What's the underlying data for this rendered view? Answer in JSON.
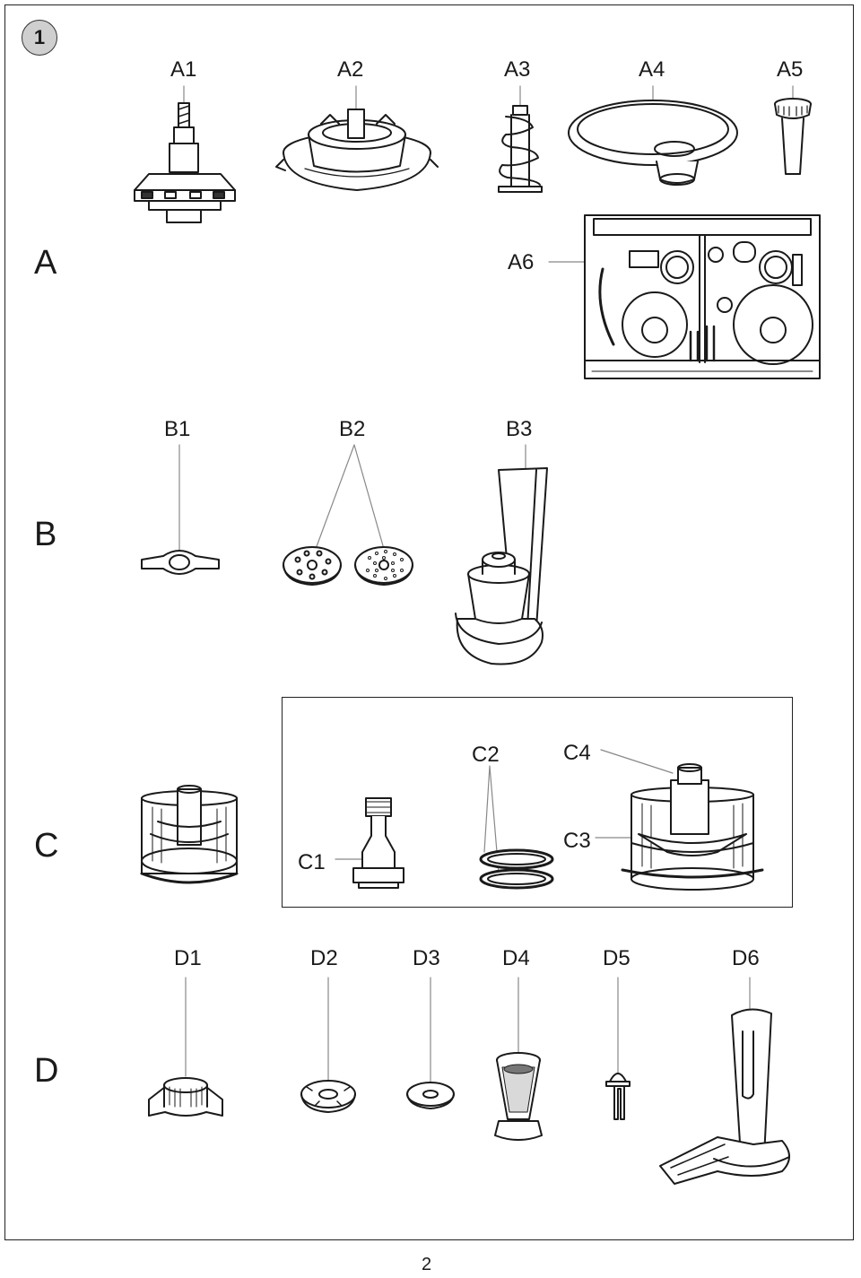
{
  "figure_number": "1",
  "page_number": "2",
  "rows": {
    "A": "A",
    "B": "B",
    "C": "C",
    "D": "D"
  },
  "labels": {
    "A1": "A1",
    "A2": "A2",
    "A3": "A3",
    "A4": "A4",
    "A5": "A5",
    "A6": "A6",
    "B1": "B1",
    "B2": "B2",
    "B3": "B3",
    "C1": "C1",
    "C2": "C2",
    "C3": "C3",
    "C4": "C4",
    "D1": "D1",
    "D2": "D2",
    "D3": "D3",
    "D4": "D4",
    "D5": "D5",
    "D6": "D6"
  }
}
